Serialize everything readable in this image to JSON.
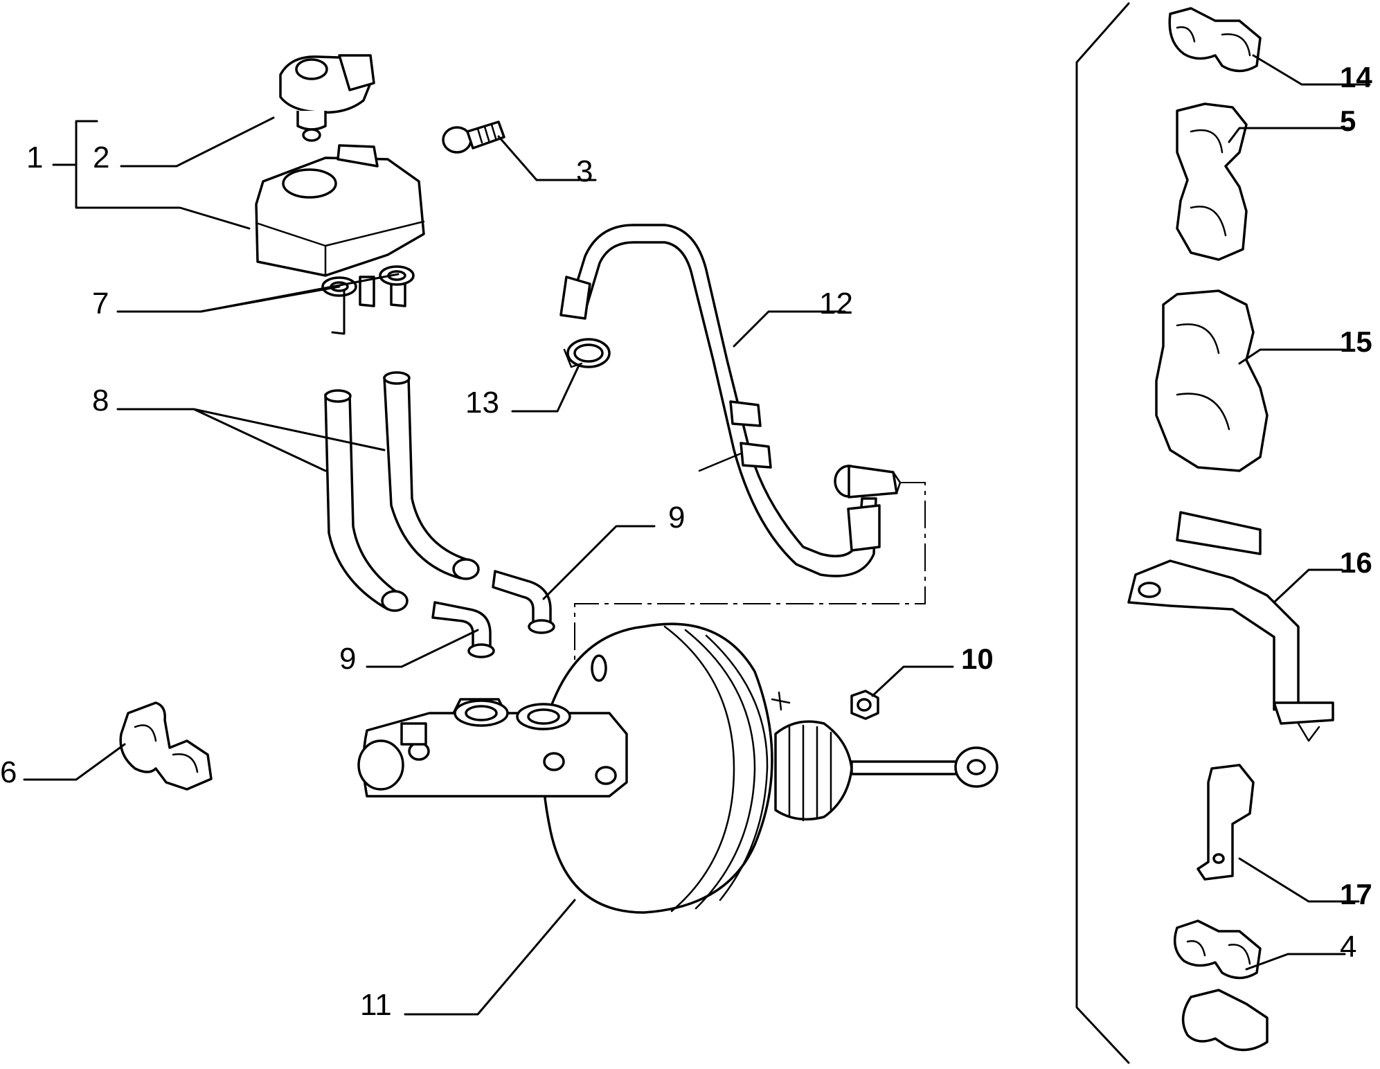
{
  "labels": {
    "l1": "1",
    "l2": "2",
    "l3": "3",
    "l4": "4",
    "l5": "5",
    "l6": "6",
    "l7": "7",
    "l8": "8",
    "l9a": "9",
    "l9b": "9",
    "l10": "10",
    "l11": "11",
    "l12": "12",
    "l13": "13",
    "l14": "14",
    "l15": "15",
    "l16": "16",
    "l17": "17"
  },
  "colors": {
    "line": "#000000",
    "background": "#ffffff"
  }
}
